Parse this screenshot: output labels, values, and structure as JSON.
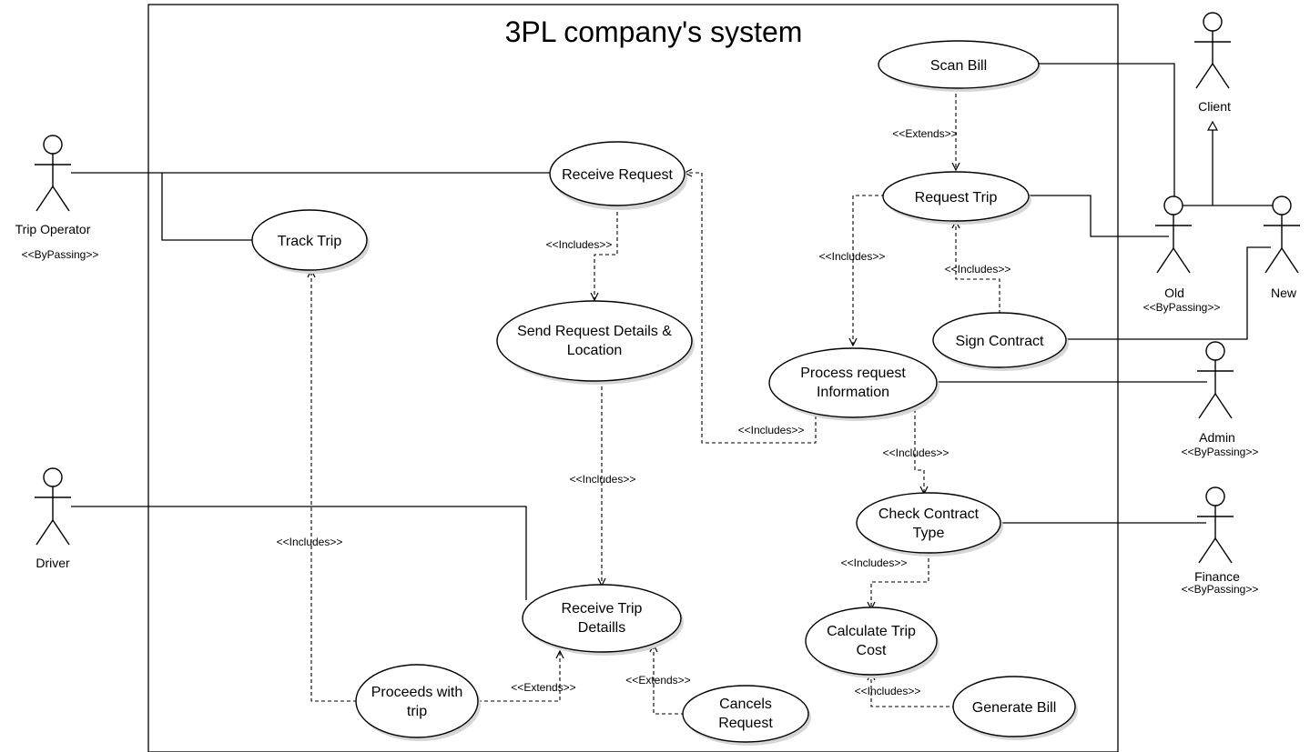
{
  "diagram": {
    "title": "3PL company's system",
    "use_cases": {
      "scan_bill": [
        "Scan Bill"
      ],
      "receive_request": [
        "Receive Request"
      ],
      "request_trip": [
        "Request Trip"
      ],
      "track_trip": [
        "Track Trip"
      ],
      "send_request_details": [
        "Send Request Details &",
        "Location"
      ],
      "process_request": [
        "Process request",
        "Information"
      ],
      "sign_contract": [
        "Sign Contract"
      ],
      "check_contract": [
        "Check Contract",
        "Type"
      ],
      "receive_trip_details": [
        "Receive Trip",
        "Detaills"
      ],
      "calculate_cost": [
        "Calculate Trip",
        "Cost"
      ],
      "proceeds_trip": [
        "Proceeds with",
        "trip"
      ],
      "cancels_request": [
        "Cancels",
        "Request"
      ],
      "generate_bill": [
        "Generate Bill"
      ]
    },
    "actors": {
      "trip_operator": {
        "name": "Trip Operator",
        "stereotype": "<<ByPassing>>"
      },
      "driver": {
        "name": "Driver",
        "stereotype": ""
      },
      "client": {
        "name": "Client",
        "stereotype": ""
      },
      "old": {
        "name": "Old",
        "stereotype": "<<ByPassing>>"
      },
      "new": {
        "name": "New",
        "stereotype": ""
      },
      "admin": {
        "name": "Admin",
        "stereotype": "<<ByPassing>>"
      },
      "finance": {
        "name": "Finance",
        "stereotype": "<<ByPassing>>"
      }
    },
    "relation_labels": {
      "scan_extends_request": "<<Extends>>",
      "receive_includes_send": "<<Includes>>",
      "request_includes_process": "<<Includes>>",
      "sign_includes_request": "<<Includes>>",
      "process_includes_receive": "<<Includes>>",
      "process_includes_check": "<<Includes>>",
      "send_includes_receive_trip": "<<Includes>>",
      "proceeds_includes_track": "<<Includes>>",
      "check_includes_calculate": "<<Includes>>",
      "generate_includes_calculate": "<<Includes>>",
      "proceeds_extends_receive_trip": "<<Extends>>",
      "cancels_extends_receive_trip": "<<Extends>>"
    }
  }
}
